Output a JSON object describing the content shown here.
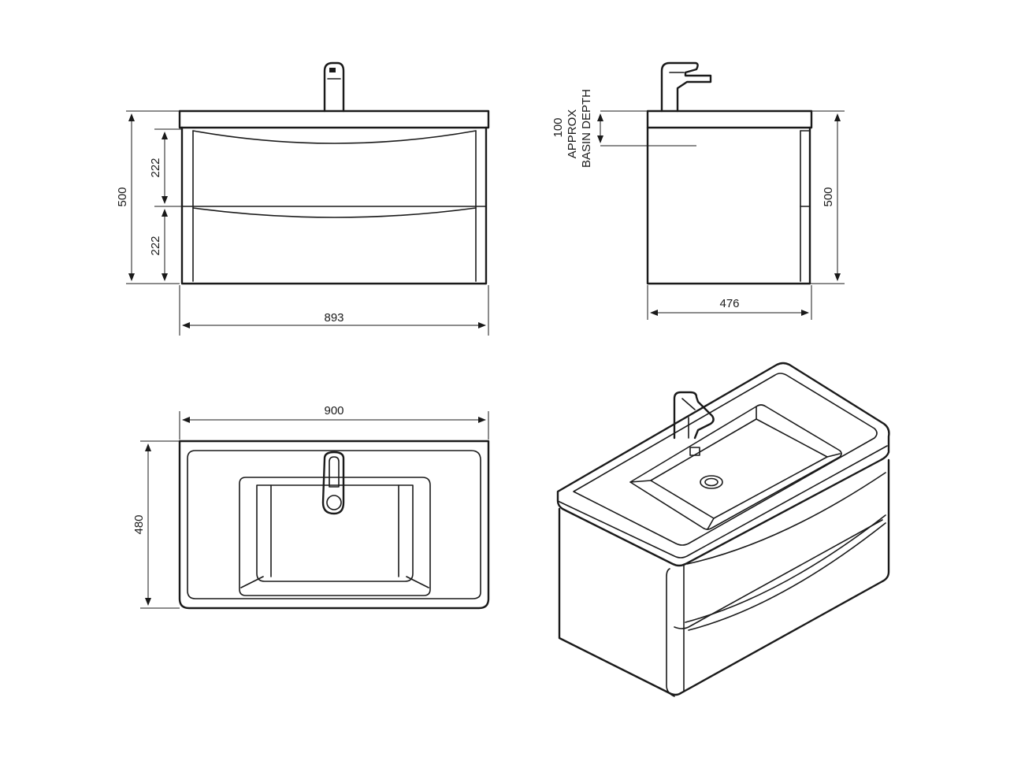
{
  "dimensions": {
    "front_height": "500",
    "front_drawer_top": "222",
    "front_drawer_bottom": "222",
    "front_width": "893",
    "side_basin_depth_value": "100",
    "side_basin_depth_line1": "APPROX",
    "side_basin_depth_line2": "BASIN DEPTH",
    "side_height": "500",
    "side_depth": "476",
    "top_width": "900",
    "top_depth": "480"
  },
  "colors": {
    "line": "#1a1a1a",
    "background": "#ffffff"
  }
}
